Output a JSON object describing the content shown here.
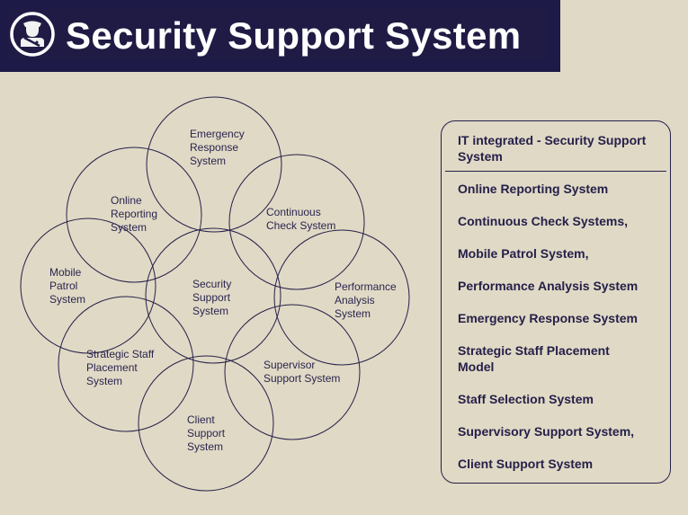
{
  "header": {
    "title": "Security Support System",
    "logo_icon": "security-guard-icon"
  },
  "diagram": {
    "center": {
      "id": "security",
      "lines": [
        "Security",
        "Support",
        "System"
      ]
    },
    "nodes": [
      {
        "id": "emergency",
        "lines": [
          "Emergency",
          "Response",
          "System"
        ]
      },
      {
        "id": "online",
        "lines": [
          "Online",
          "Reporting",
          "System"
        ]
      },
      {
        "id": "continuous",
        "lines": [
          "Continuous",
          "Check System"
        ]
      },
      {
        "id": "mobile",
        "lines": [
          "Mobile",
          "Patrol",
          "System"
        ]
      },
      {
        "id": "performance",
        "lines": [
          "Performance",
          "Analysis",
          "System"
        ]
      },
      {
        "id": "strategic",
        "lines": [
          "Strategic Staff",
          "Placement",
          "System"
        ]
      },
      {
        "id": "supervisor",
        "lines": [
          "Supervisor",
          "Support System"
        ]
      },
      {
        "id": "client",
        "lines": [
          "Client",
          "Support",
          "System"
        ]
      }
    ]
  },
  "panel": {
    "title": "IT integrated - Security Support System",
    "items": [
      "Online Reporting System",
      "Continuous Check Systems,",
      "Mobile Patrol System,",
      "Performance Analysis System",
      "Emergency Response System",
      "Strategic Staff Placement Model",
      "Staff Selection System",
      "Supervisory Support System,",
      "Client Support System"
    ]
  },
  "colors": {
    "header_bg": "#1d1a47",
    "page_bg": "#e0d9c5",
    "ink": "#25204a"
  }
}
